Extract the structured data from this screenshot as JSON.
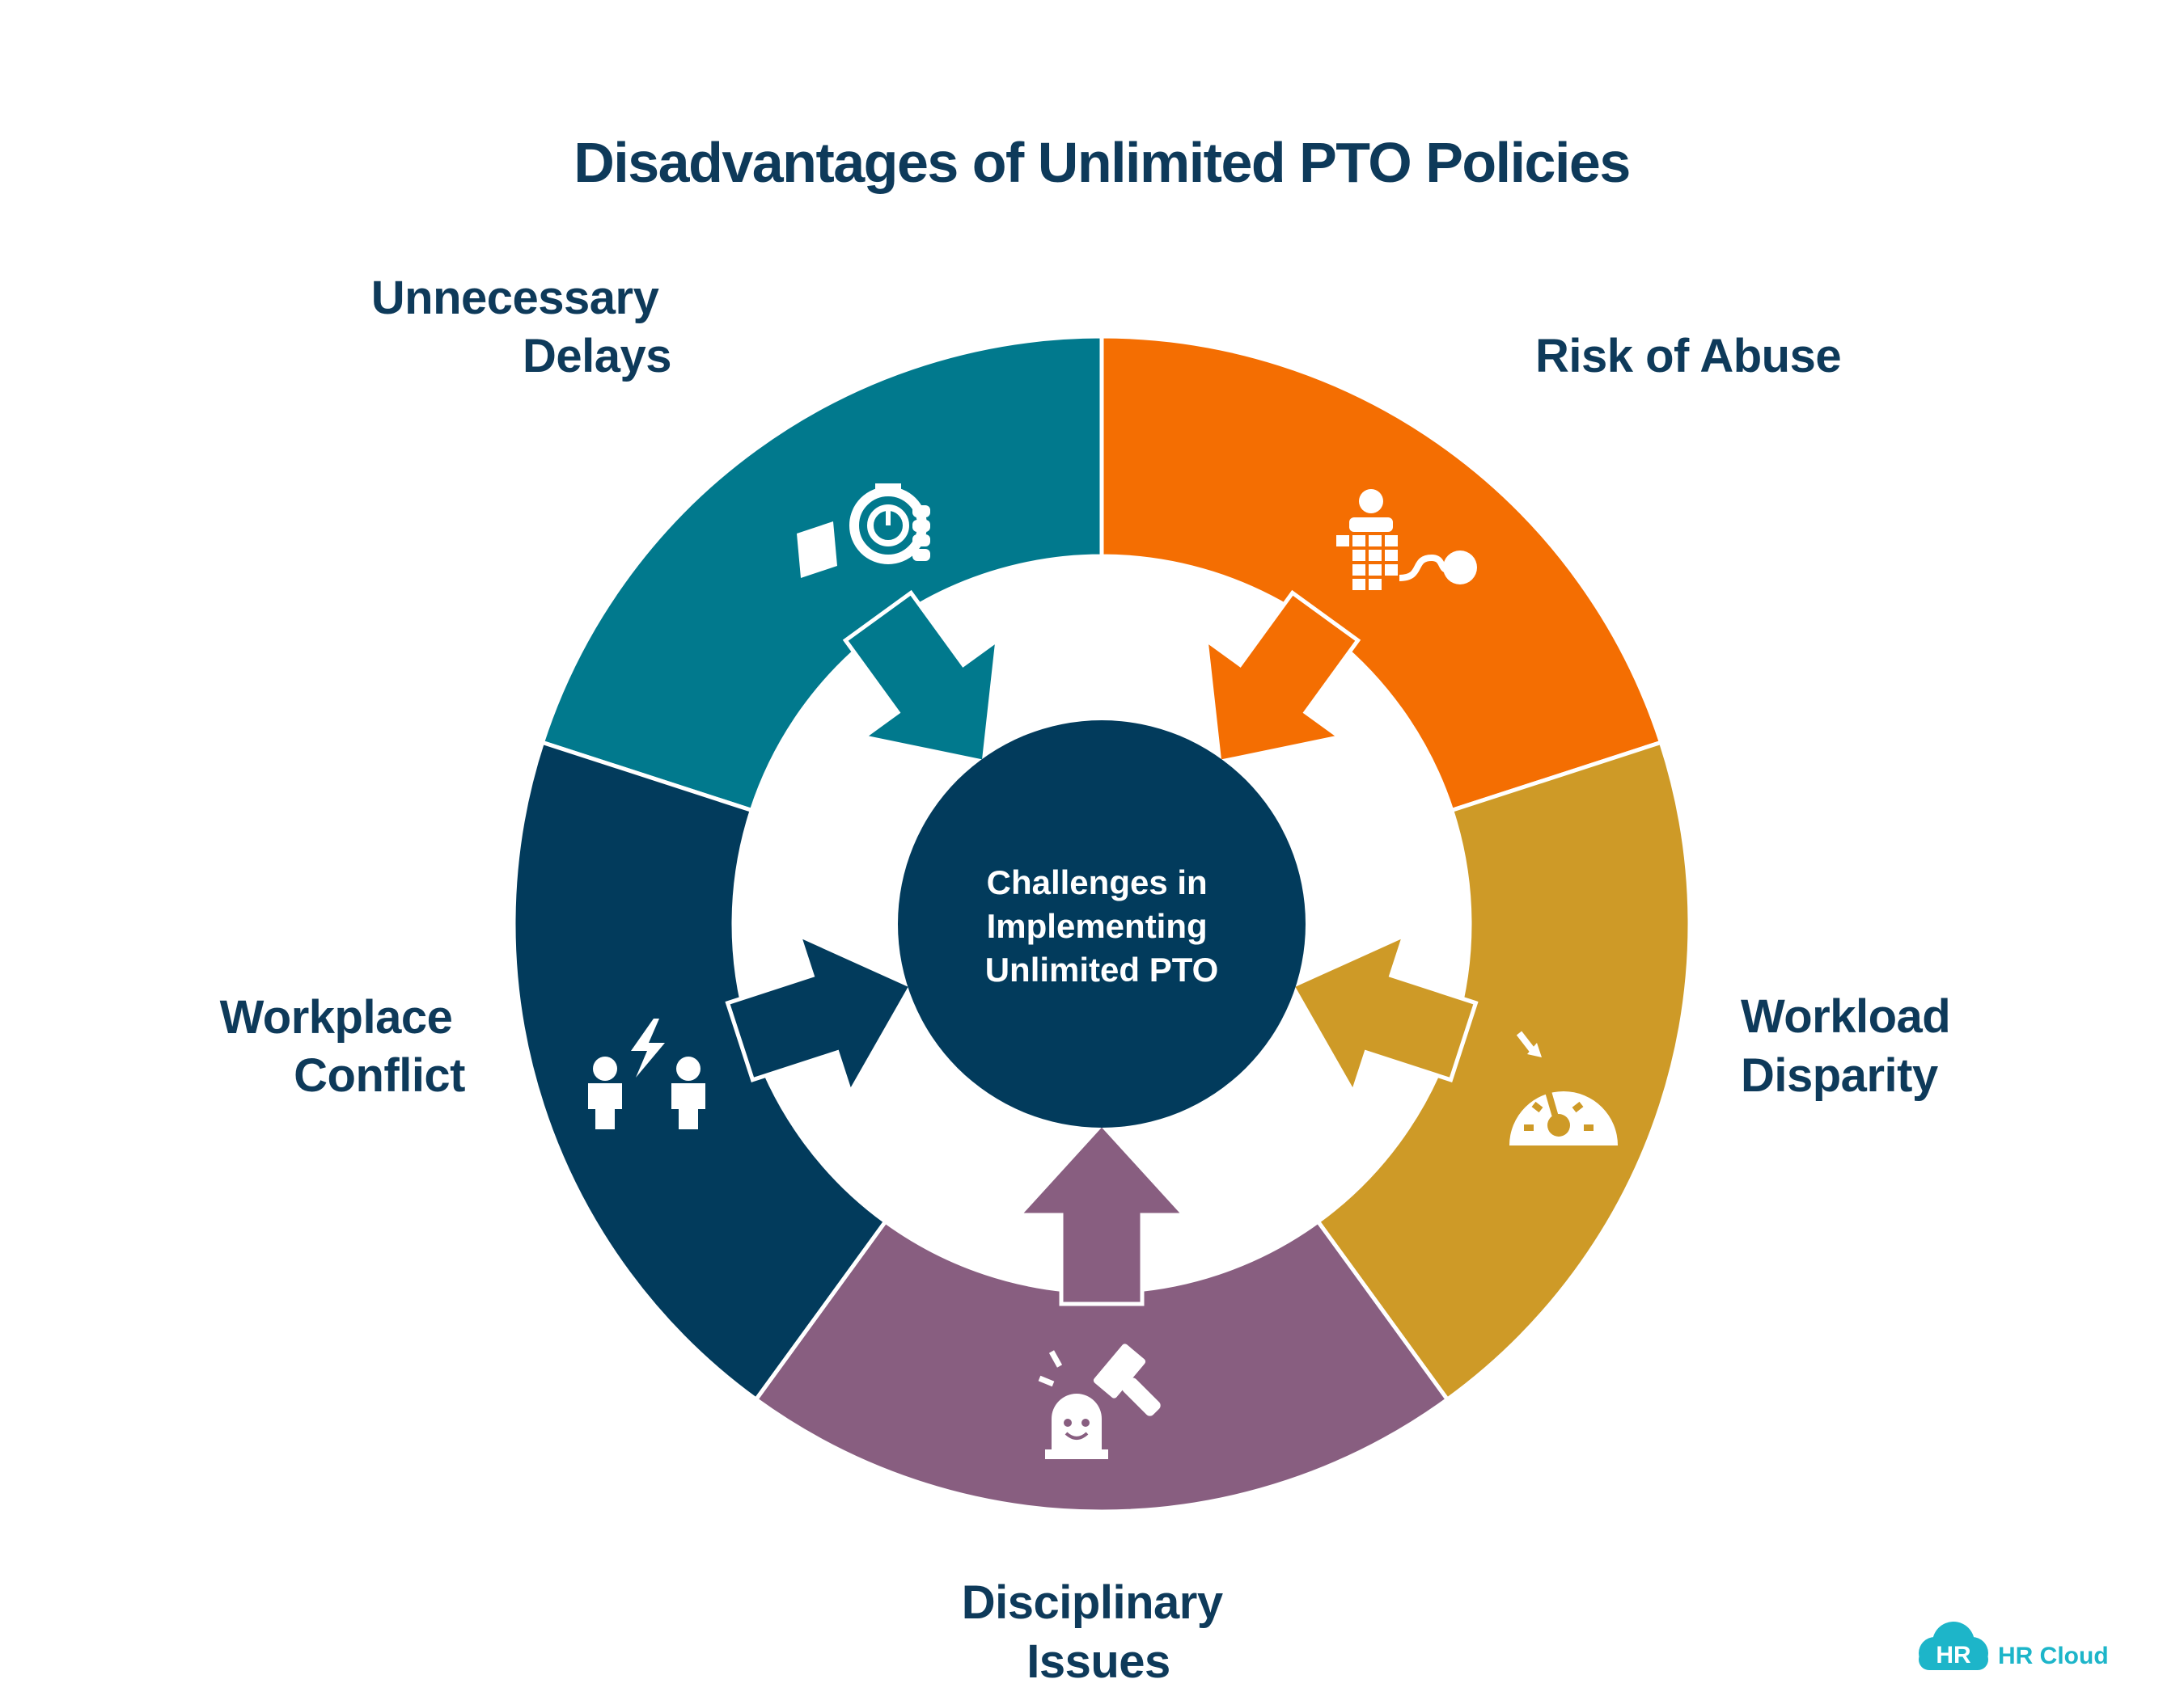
{
  "title": "Disadvantages of Unlimited PTO Policies",
  "center": {
    "lines": [
      "Challenges in",
      "Implementing",
      "Unlimited PTO"
    ]
  },
  "segments": [
    {
      "lines": [
        "Unnecessary",
        "Delays"
      ],
      "icon": "stopwatch-hand-icon",
      "color": "#01798D"
    },
    {
      "lines": [
        "Risk of Abuse"
      ],
      "icon": "person-maze-icon",
      "color": "#F46E02"
    },
    {
      "lines": [
        "Workload",
        "Disparity"
      ],
      "icon": "gauge-icon",
      "color": "#CE9A27"
    },
    {
      "lines": [
        "Disciplinary",
        "Issues"
      ],
      "icon": "gavel-person-icon",
      "color": "#885E80"
    },
    {
      "lines": [
        "Workplace",
        "Conflict"
      ],
      "icon": "people-conflict-icon",
      "color": "#023B5C"
    }
  ],
  "colors": {
    "title": "#0E3A5A",
    "center": "#023B5C",
    "center_text": "#FFFFFF",
    "icon": "#FFFFFF"
  },
  "logo": {
    "badge": "HR",
    "name": "HR Cloud",
    "color": "#1DB5C9"
  }
}
